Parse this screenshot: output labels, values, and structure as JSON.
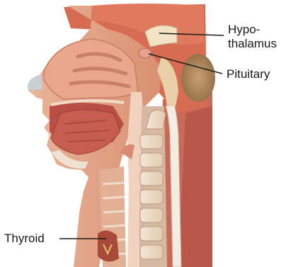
{
  "labels": {
    "hypothalamus_line1": "Hypo-",
    "hypothalamus_line2": "thalamus",
    "pituitary": "Pituitary",
    "thyroid": "Thyroid"
  }
}
